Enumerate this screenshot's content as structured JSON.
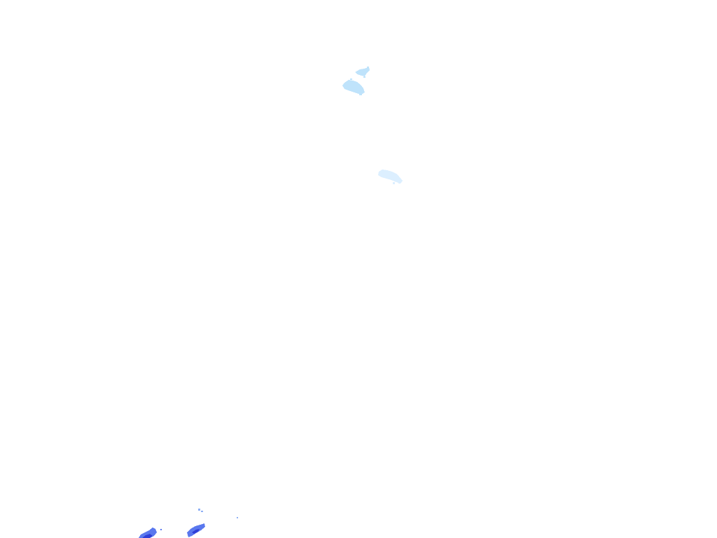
{
  "layer": {
    "background": "#ffffff",
    "intensity_colors": {
      "very_light": "#dcefff",
      "light": "#bfe3fb",
      "moderate": "#8fb0f5",
      "heavy": "#5a78ee",
      "intense": "#2f3fd8"
    }
  },
  "echoes": [
    {
      "id": "cell-north-small",
      "intensity": "light"
    },
    {
      "id": "cell-north-main",
      "intensity": "light"
    },
    {
      "id": "cell-central",
      "intensity": "very_light"
    },
    {
      "id": "cell-southwest-a",
      "intensity": "heavy"
    },
    {
      "id": "cell-southwest-b",
      "intensity": "heavy"
    },
    {
      "id": "cell-southwest-specks",
      "intensity": "moderate"
    }
  ]
}
